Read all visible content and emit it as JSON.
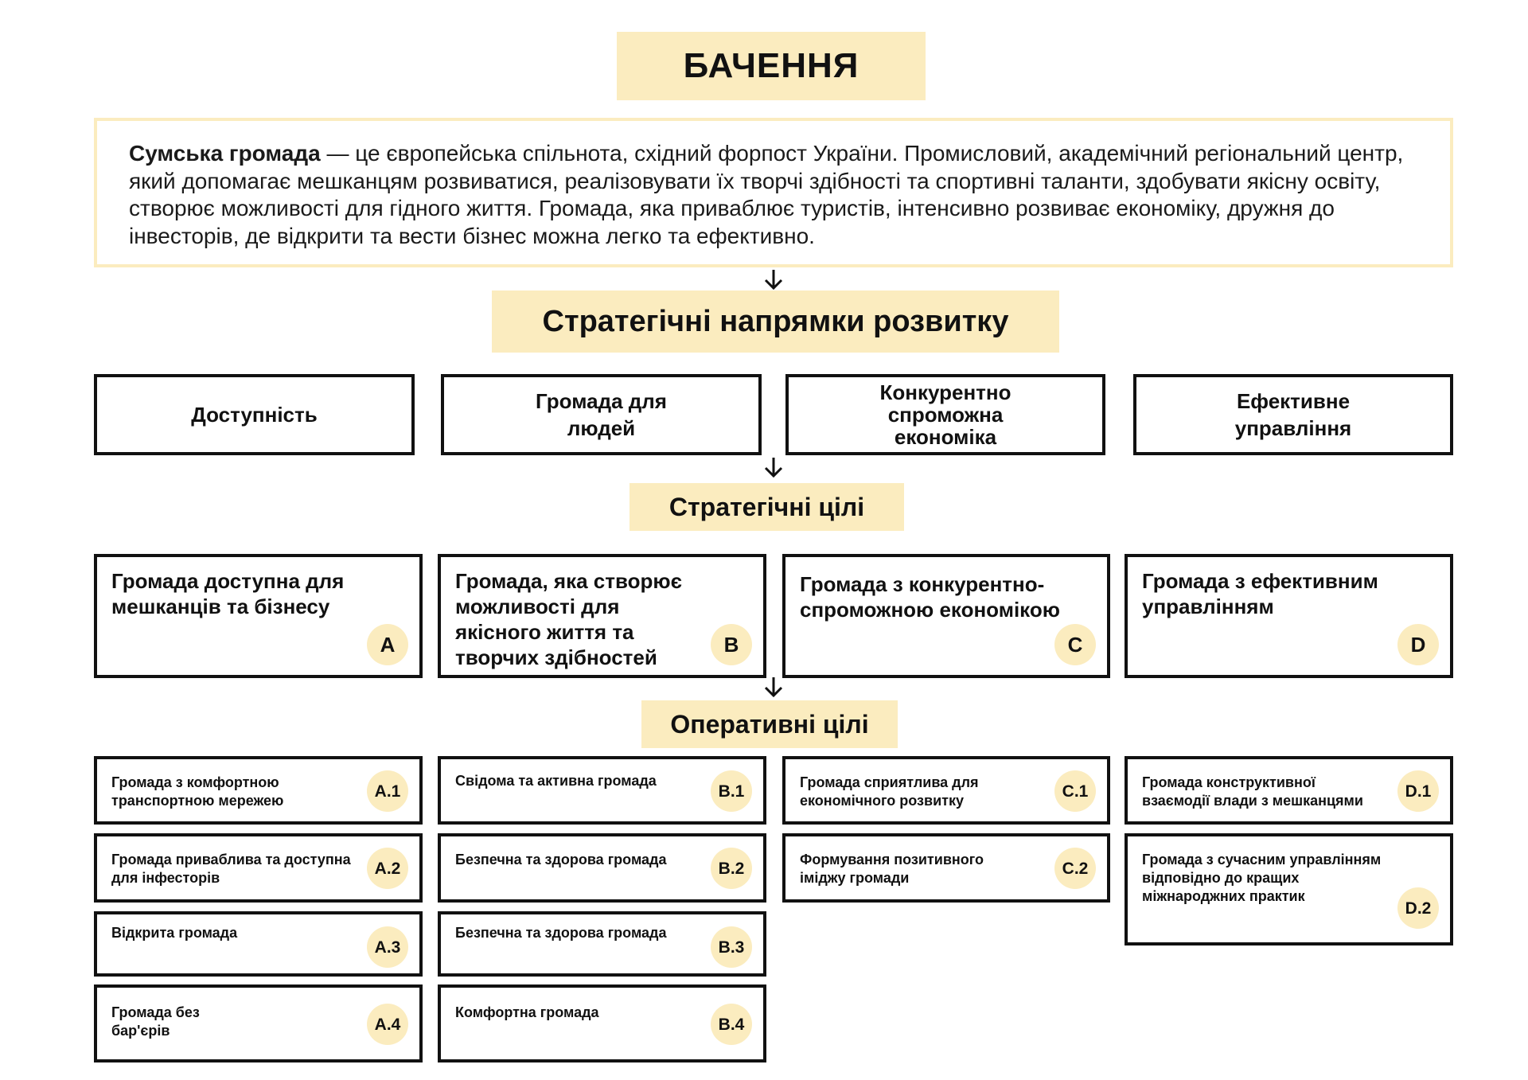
{
  "vision": {
    "title": "БАЧЕННЯ",
    "lead": "Сумська громада",
    "text": " — це європейська спільнота, східний форпост України. Промисловий, академічний регіональний центр, який допомагає мешканцям розвиватися, реалізовувати їх творчі здібності та спортивні таланти, здобувати якісну освіту, створює можливості для гідного життя. Громада, яка приваблює туристів, інтенсивно розвиває економіку, дружня до інвесторів, де відкрити та вести бізнес можна легко та ефективно."
  },
  "directions": {
    "title": "Стратегічні напрямки розвитку",
    "items": [
      "Доступність",
      "Громада для людей",
      "Конкурентно спроможна економіка",
      "Ефективне управління"
    ]
  },
  "strategic_goals": {
    "title": "Стратегічні цілі",
    "items": [
      {
        "text": "Громада доступна для мешканців та бізнесу",
        "badge": "A"
      },
      {
        "text": "Громада, яка створює можливості для якісного життя та творчих здібностей",
        "badge": "B"
      },
      {
        "text": "Громада з конкурентно-спроможною економікою",
        "badge": "C"
      },
      {
        "text": "Громада з ефективним управлінням",
        "badge": "D"
      }
    ]
  },
  "operational_goals": {
    "title": "Оперативні цілі",
    "a": [
      {
        "text": "Громада з комфортною транспортною мережею",
        "badge": "A.1"
      },
      {
        "text": "Громада приваблива та доступна для інфесторів",
        "badge": "A.2"
      },
      {
        "text": "Відкрита громада",
        "badge": "A.3"
      },
      {
        "text": "Громада без бар'єрів",
        "badge": "A.4"
      }
    ],
    "b": [
      {
        "text": "Свідома та активна громада",
        "badge": "B.1"
      },
      {
        "text": "Безпечна та здорова громада",
        "badge": "B.2"
      },
      {
        "text": "Безпечна та здорова громада",
        "badge": "B.3"
      },
      {
        "text": "Комфортна громада",
        "badge": "B.4"
      }
    ],
    "c": [
      {
        "text": "Громада сприятлива для економічного розвитку",
        "badge": "C.1"
      },
      {
        "text": "Формування позитивного іміджу громади",
        "badge": "C.2"
      }
    ],
    "d": [
      {
        "text": "Громада конструктивної взаємодії влади з мешканцями",
        "badge": "D.1"
      },
      {
        "text": "Громада з сучасним управлінням відповідно до кращих міжнароджних практик",
        "badge": "D.2"
      }
    ]
  },
  "colors": {
    "accent": "#fbecbf",
    "border": "#111111"
  }
}
